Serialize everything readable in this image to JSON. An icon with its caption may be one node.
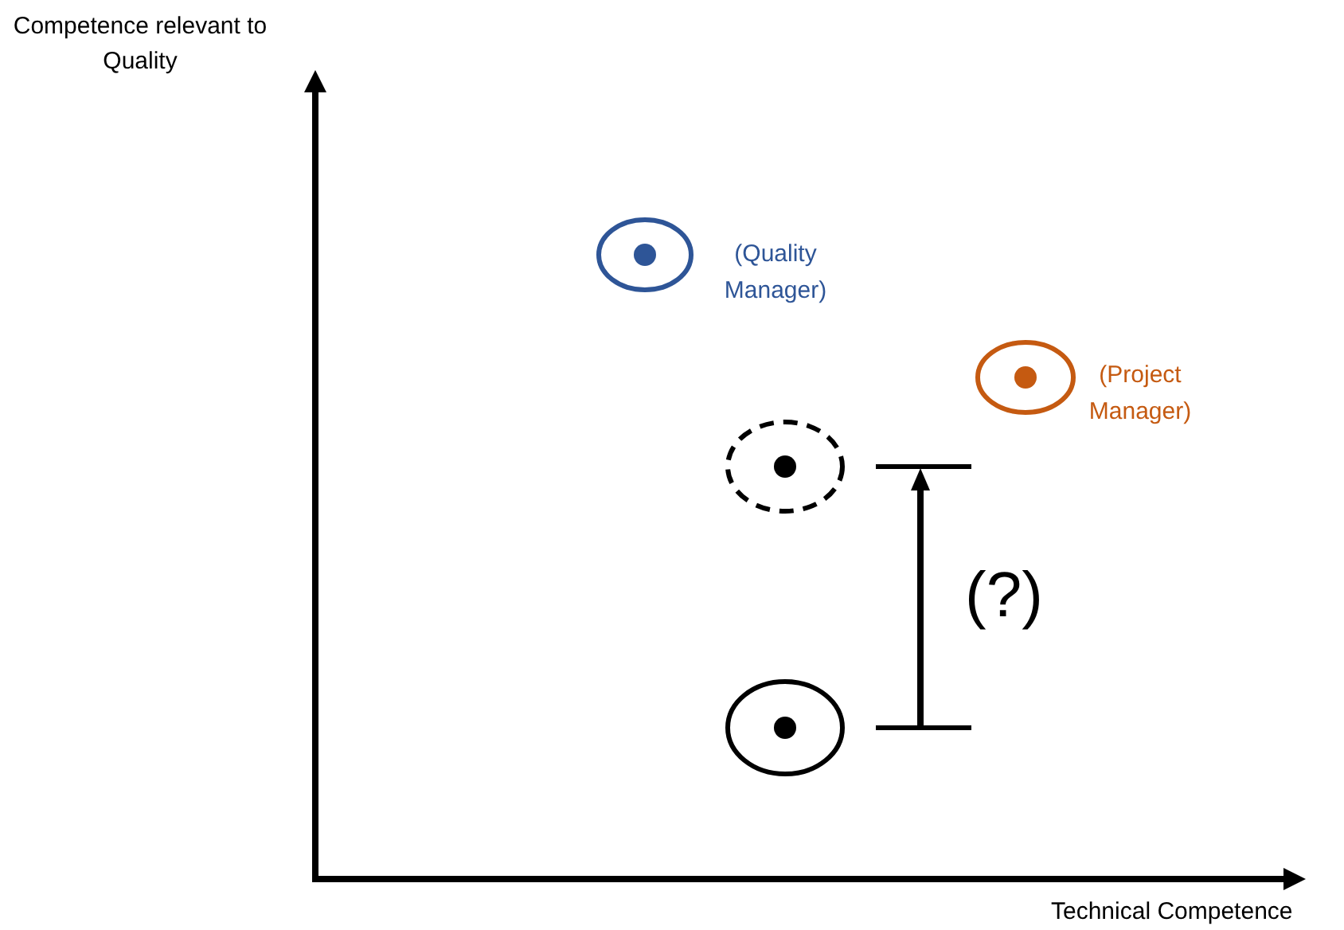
{
  "diagram": {
    "nodes": [
      {
        "text": [],
        "shape": "circle",
        "beside": [
          "(Quality Manager)"
        ]
      },
      {
        "text": [],
        "shape": "circle",
        "beside": [
          "(Project Manager)"
        ]
      },
      {
        "text": [],
        "shape": "circle"
      },
      {
        "text": [],
        "shape": "circle"
      }
    ],
    "labels": [
      "Competence relevant to Quality",
      "(?)",
      "Technical Competence"
    ]
  }
}
